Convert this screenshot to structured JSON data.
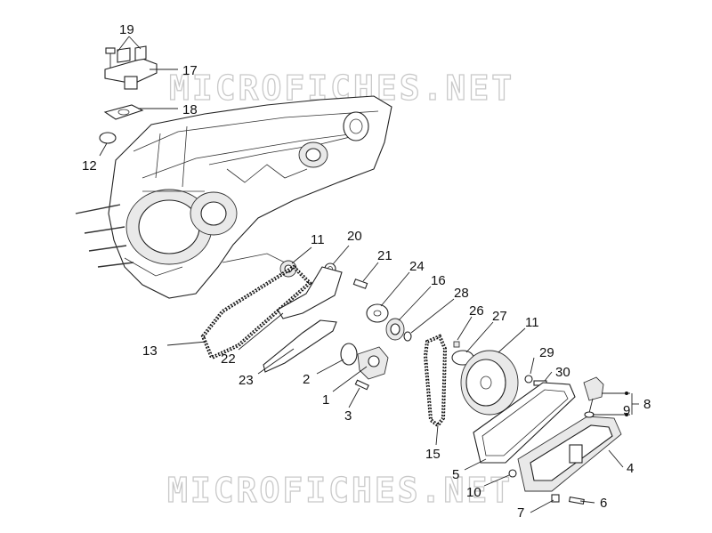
{
  "watermark": "MICROFICHES.NET",
  "callouts": {
    "c1": "1",
    "c2": "2",
    "c3": "3",
    "c4": "4",
    "c5": "5",
    "c6": "6",
    "c7": "7",
    "c8": "8",
    "c9": "9",
    "c10": "10",
    "c11a": "11",
    "c11b": "11",
    "c12": "12",
    "c13": "13",
    "c15": "15",
    "c16": "16",
    "c17": "17",
    "c18": "18",
    "c19": "19",
    "c20": "20",
    "c21": "21",
    "c22": "22",
    "c23": "23",
    "c24": "24",
    "c26": "26",
    "c27": "27",
    "c28": "28",
    "c29": "29",
    "c30": "30"
  }
}
